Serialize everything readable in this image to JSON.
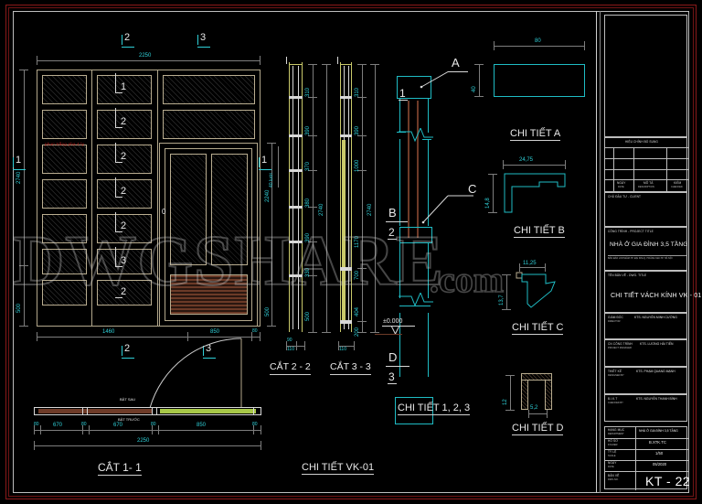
{
  "sheet": {
    "watermark": "DWGSHARE",
    "watermark_suffix": ".com"
  },
  "elevation": {
    "caption": "CẮT 1- 1",
    "red_note": "phun trắng pha 4 ly",
    "top_dim": "2250",
    "left_dims": [
      "2740",
      "500"
    ],
    "right_dims": [
      "2240",
      "500"
    ],
    "plan_dims": [
      "1460",
      "850",
      "670",
      "670",
      "850",
      "2250",
      "80",
      "80",
      "80",
      "80"
    ],
    "plan_notes": [
      "BẬT SAU",
      "BẬT TRƯỚC"
    ],
    "section_tags_top": [
      "2",
      "3"
    ],
    "section_tags_bottom": [
      "2",
      "3"
    ],
    "leader_tags": [
      "1",
      "2",
      "2",
      "2",
      "2",
      "3",
      "2"
    ],
    "side_tag": "1",
    "hinge_label": "0"
  },
  "section22": {
    "caption": "CẮT 2 - 2",
    "total": "2740",
    "chain": [
      "310",
      "390",
      "370",
      "380",
      "390",
      "330",
      "500"
    ],
    "bottom_dims": [
      "90",
      "110"
    ],
    "side_note": "40 lưới"
  },
  "section33": {
    "caption": "CẮT 3 - 3",
    "total": "2740",
    "chain": [
      "310",
      "390",
      "1000",
      "1170",
      "700",
      "404",
      "200"
    ],
    "bottom_dims": [
      "110"
    ]
  },
  "detail123": {
    "caption": "CHI TIẾT 1, 2, 3",
    "level_mark": "±0.000",
    "tags": [
      {
        "letter": "A",
        "number": "1"
      },
      {
        "letter": "B",
        "number": "2"
      },
      {
        "letter": "C",
        "number": ""
      },
      {
        "letter": "D",
        "number": "3"
      }
    ]
  },
  "detailA": {
    "caption": "CHI TIẾT A",
    "width": "80",
    "height": "40"
  },
  "detailB": {
    "caption": "CHI TIẾT B",
    "width": "24,75",
    "height": "14,8"
  },
  "detailC": {
    "caption": "CHI TIẾT C",
    "width": "11,25",
    "height": "13,7"
  },
  "detailD": {
    "caption": "CHI TIẾT D",
    "width": "5,2",
    "height": "12"
  },
  "titleblock": {
    "revision_header": "HIỆU CHỈNH BỔ SUNG",
    "rev_cols": [
      {
        "vi": "NGÀY",
        "en": "DATE"
      },
      {
        "vi": "MÔ TẢ",
        "en": "DESCRIPTION"
      },
      {
        "vi": "KIỂM",
        "en": "CHECKED"
      }
    ],
    "client_label": "CHỦ ĐẦU TƯ - CLIENT",
    "project_label": "CÔNG TRÌNH - PROJECT TITLE",
    "project_name": "NHÀ Ở GIA ĐÌNH 3,5 TẦNG",
    "project_address": "BÁN ĐẢO LINH ĐÀM-TP. ĐẠI KIM-Q. HOÀNG MAI-TP. HÀ NỘI",
    "drawing_label": "TÊN BẢN VẼ - DWG. TITLE",
    "drawing_name": "CHI TIẾT VÁCH KÍNH VK - 01",
    "roles": [
      {
        "vi": "GIÁM ĐỐC",
        "en": "DIRECTOR",
        "name": "KTS. NGUYỄN MINH CƯỜNG"
      },
      {
        "vi": "CN CÔNG TRÌNH",
        "en": "PROJECT MANAGER",
        "name": "KTS. LƯƠNG HẢI TIẾN"
      },
      {
        "vi": "THIẾT KẾ",
        "en": "DESIGNED BY",
        "name": "KTS. PHẠM QUANG MẠNH"
      },
      {
        "vi": "B.I.K.T",
        "en": "CHECKED BY",
        "name": "KTS. NGUYỄN THANH BÌNH"
      }
    ],
    "fields": [
      {
        "vi": "HẠNG MỤC",
        "en": "DEPARTMENT",
        "value": "NHÀ Ở GIA ĐÌNH 3,5 TẦNG"
      },
      {
        "vi": "HỒ SƠ",
        "en": "FOLDER",
        "value": "B.XTK.TC"
      },
      {
        "vi": "TỶ LỆ",
        "en": "SCALE",
        "value": "1/50"
      },
      {
        "vi": "NGÀY",
        "en": "DATE",
        "value": "05/2020"
      },
      {
        "vi": "BẢN VẼ",
        "en": "DWG NO.",
        "value": "KT - 22"
      }
    ]
  }
}
